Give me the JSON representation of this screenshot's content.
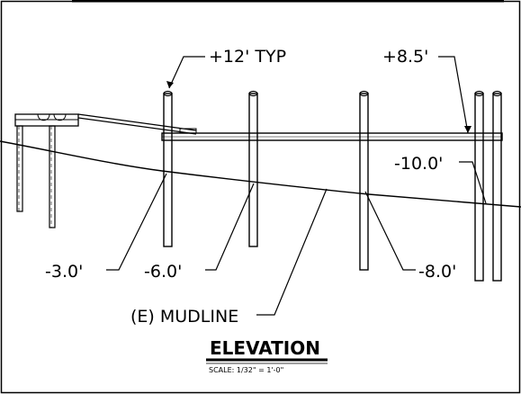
{
  "drawing": {
    "elevation_labels": {
      "pile_top_typ": "+12' TYP",
      "deck_elev": "+8.5'",
      "pile_tip_right": "-10.0'",
      "pile_tip_1": "-3.0'",
      "pile_tip_2": "-6.0'",
      "pile_tip_3": "-8.0'",
      "mudline": "(E) MUDLINE"
    },
    "title": "ELEVATION",
    "scale": "SCALE: 1/32\" = 1'-0\""
  }
}
